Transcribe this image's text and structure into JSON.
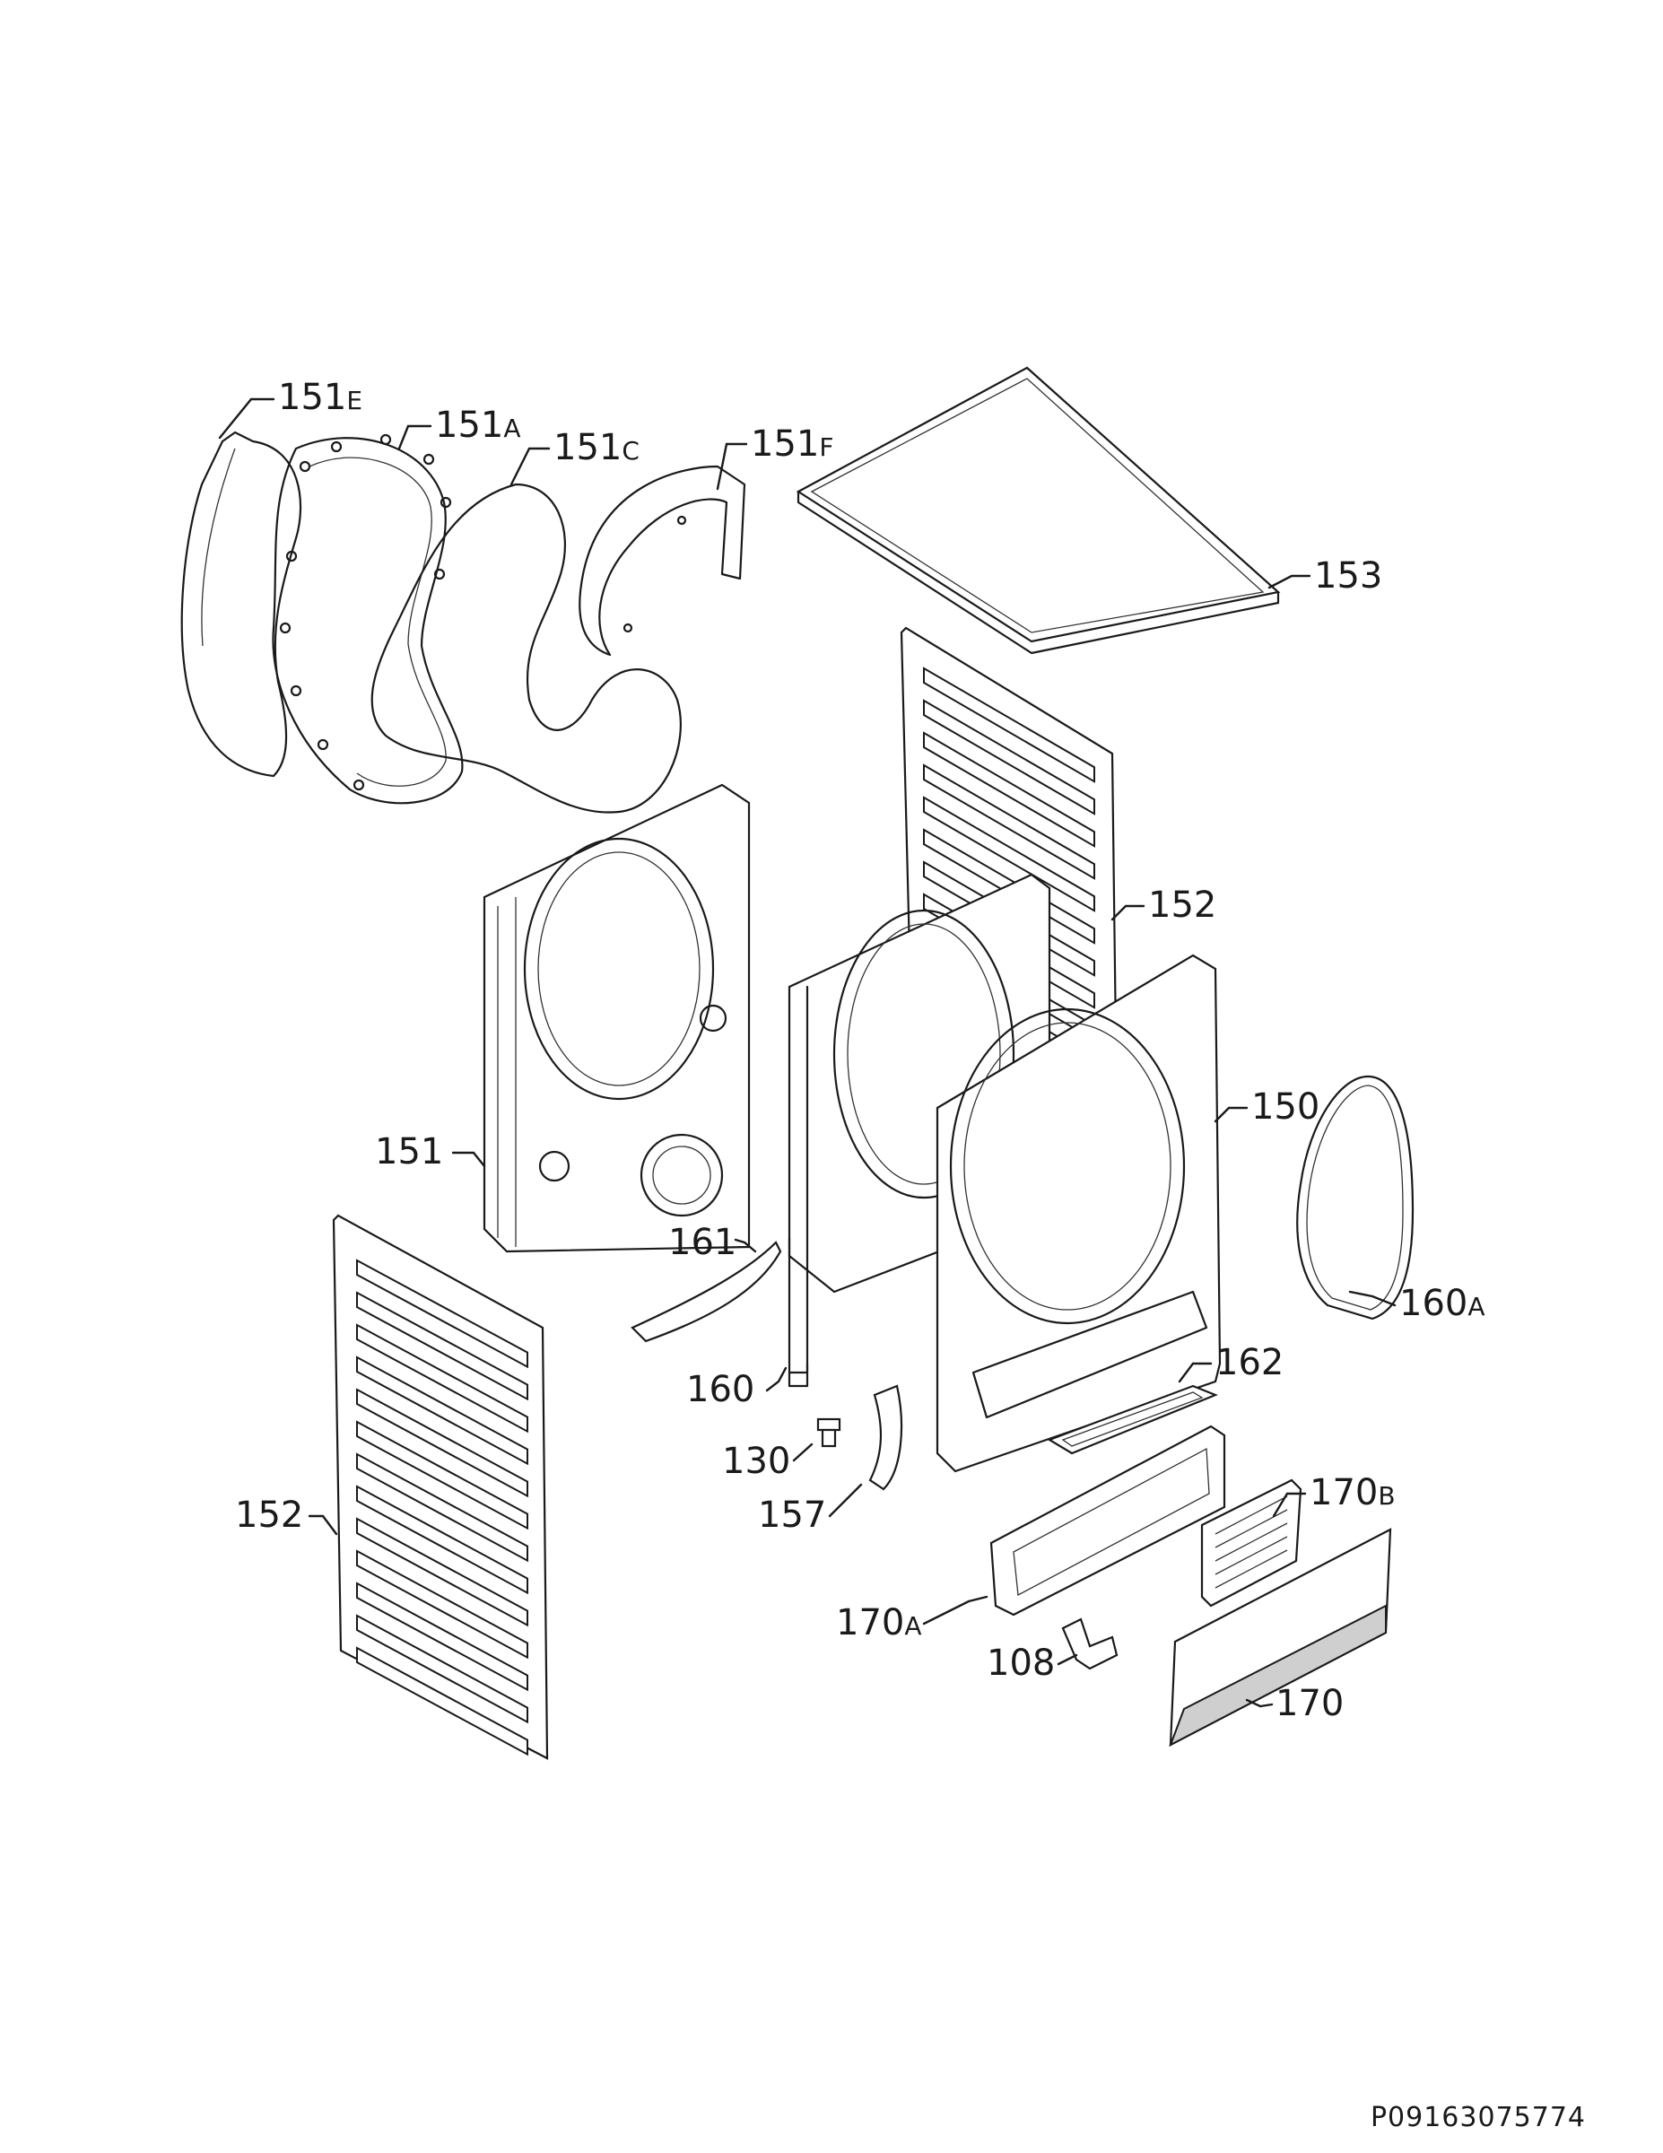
{
  "diagram": {
    "type": "exploded-parts-view",
    "document_id": "P09163075774",
    "callouts": [
      {
        "id": "c151e",
        "base": "151",
        "suffix": "E"
      },
      {
        "id": "c151a",
        "base": "151",
        "suffix": "A"
      },
      {
        "id": "c151c",
        "base": "151",
        "suffix": "C"
      },
      {
        "id": "c151f",
        "base": "151",
        "suffix": "F"
      },
      {
        "id": "c153",
        "base": "153",
        "suffix": ""
      },
      {
        "id": "c152top",
        "base": "152",
        "suffix": ""
      },
      {
        "id": "c150",
        "base": "150",
        "suffix": ""
      },
      {
        "id": "c151",
        "base": "151",
        "suffix": ""
      },
      {
        "id": "c161",
        "base": "161",
        "suffix": ""
      },
      {
        "id": "c160a",
        "base": "160",
        "suffix": "A"
      },
      {
        "id": "c160",
        "base": "160",
        "suffix": ""
      },
      {
        "id": "c162",
        "base": "162",
        "suffix": ""
      },
      {
        "id": "c130",
        "base": "130",
        "suffix": ""
      },
      {
        "id": "c170b",
        "base": "170",
        "suffix": "B"
      },
      {
        "id": "c157",
        "base": "157",
        "suffix": ""
      },
      {
        "id": "c152bot",
        "base": "152",
        "suffix": ""
      },
      {
        "id": "c170a",
        "base": "170",
        "suffix": "A"
      },
      {
        "id": "c108",
        "base": "108",
        "suffix": ""
      },
      {
        "id": "c170",
        "base": "170",
        "suffix": ""
      }
    ]
  }
}
